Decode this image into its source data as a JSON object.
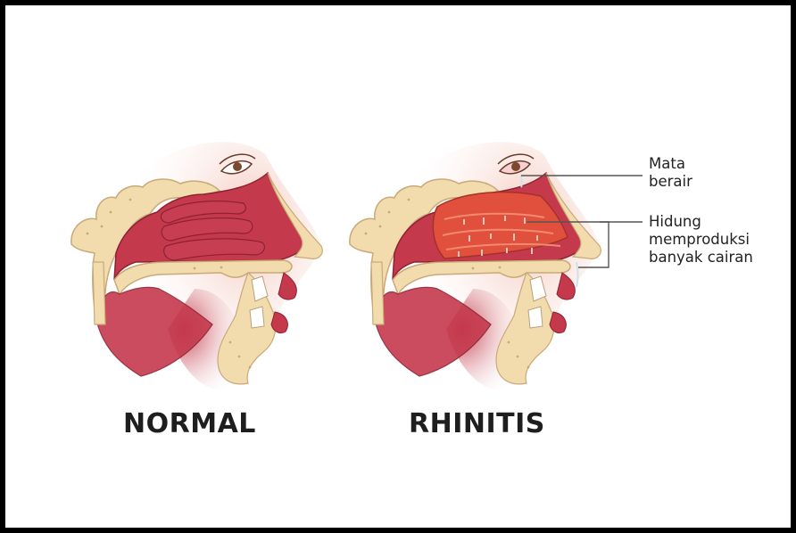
{
  "captions": {
    "normal": "NORMAL",
    "rhinitis": "RHINITIS"
  },
  "callouts": {
    "watery_eyes": [
      "Mata",
      "berair"
    ],
    "runny_nose": [
      "Hidung",
      "memproduksi",
      "banyak cairan"
    ]
  },
  "colors": {
    "tissue": "#c5394d",
    "tissue_inflamed": "#e0503c",
    "bone": "#f2dcae",
    "skin": "#f6d8c8",
    "frame": "#000000"
  }
}
